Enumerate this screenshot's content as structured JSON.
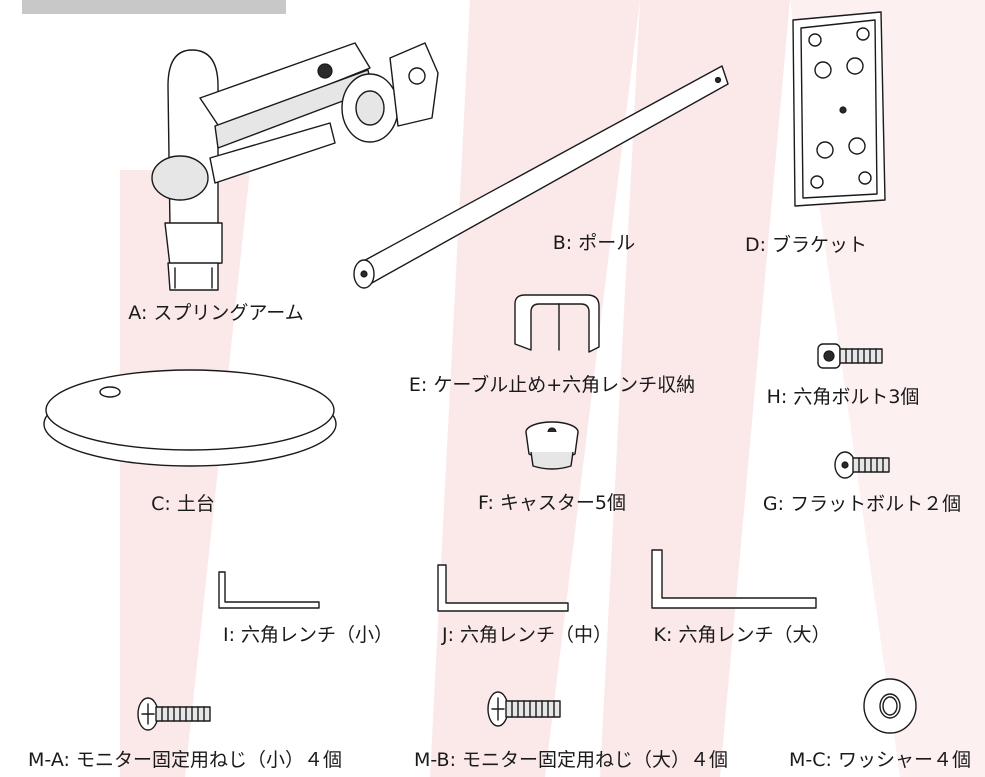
{
  "labels": {
    "a": "A: スプリングアーム",
    "b": "B: ポール",
    "c": "C: 土台",
    "d": "D: ブラケット",
    "e": "E: ケーブル止め+六角レンチ収納",
    "f": "F: キャスター5個",
    "g": "G: フラットボルト２個",
    "h": "H: 六角ボルト3個",
    "i": "I: 六角レンチ（小）",
    "j": "J: 六角レンチ（中）",
    "k": "K: 六角レンチ（大）",
    "ma": "M-A: モニター固定用ねじ（小）４個",
    "mb": "M-B: モニター固定用ねじ（大）４個",
    "mc": "M-C: ワッシャー４個"
  },
  "colors": {
    "background": "#ffffff",
    "watermark": "#fbe9ea",
    "corner_bar": "#c8c8c8",
    "line": "#1a1a1a"
  }
}
